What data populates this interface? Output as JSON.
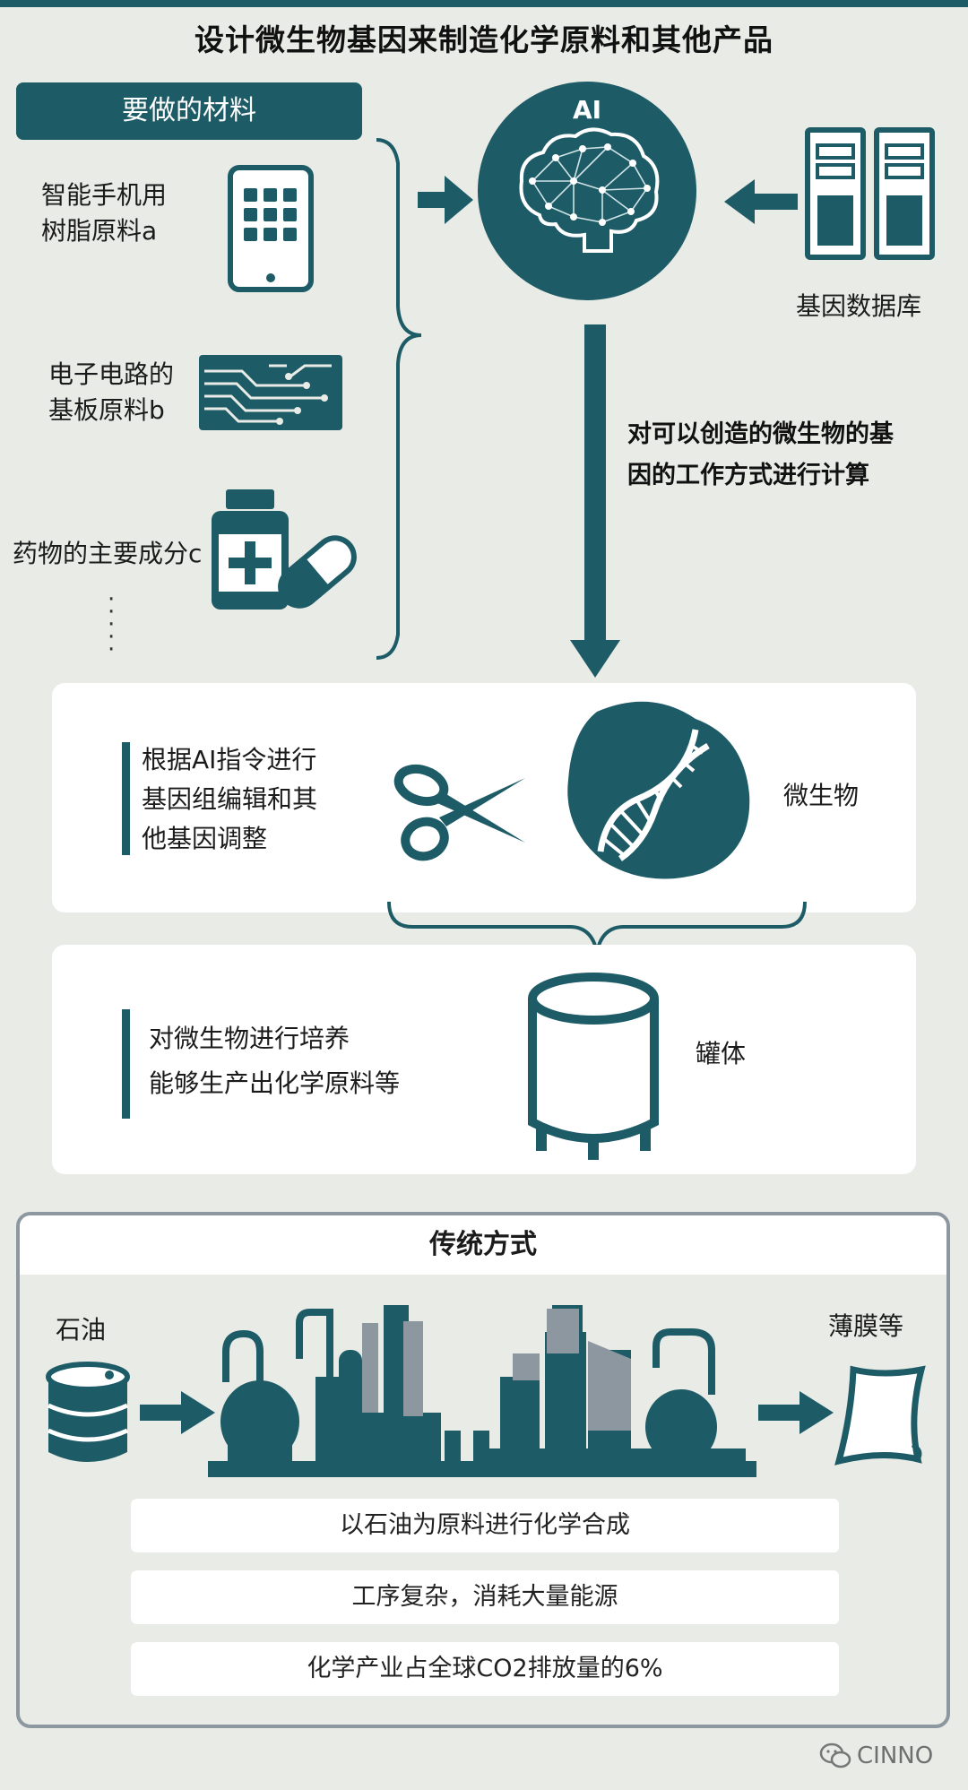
{
  "title": "设计微生物基因来制造化学原料和其他产品",
  "materials": {
    "header": "要做的材料",
    "items": [
      {
        "line1": "智能手机用",
        "line2": "树脂原料a"
      },
      {
        "line1": "电子电路的",
        "line2": "基板原料b"
      },
      {
        "line1": "药物的主要成分c"
      }
    ],
    "ellipsis": "⋮"
  },
  "ai": {
    "label": "AI"
  },
  "database": {
    "label": "基因数据库"
  },
  "calc": {
    "line1": "对可以创造的微生物的基",
    "line2": "因的工作方式进行计算"
  },
  "edit_card": {
    "line1": "根据AI指令进行",
    "line2": "基因组编辑和其",
    "line3": "他基因调整",
    "microbe_label": "微生物"
  },
  "tank_card": {
    "line1": "对微生物进行培养",
    "line2": "能够生产出化学原料等",
    "tank_label": "罐体"
  },
  "traditional": {
    "header": "传统方式",
    "oil_label": "石油",
    "film_label": "薄膜等",
    "points": [
      "以石油为原料进行化学合成",
      "工序复杂，消耗大量能源",
      "化学产业占全球CO2排放量的6%"
    ]
  },
  "watermark": "CINNO",
  "colors": {
    "teal": "#1d5b66",
    "gray": "#8c97a0",
    "background": "#e9ebe6"
  }
}
